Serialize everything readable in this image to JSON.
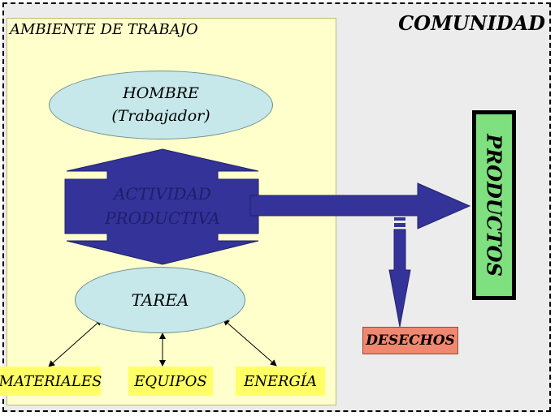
{
  "community": {
    "title": "COMUNIDAD"
  },
  "work_environment": {
    "title": "AMBIENTE DE TRABAJO"
  },
  "worker": {
    "line1": "HOMBRE",
    "line2": "(Trabajador)"
  },
  "activity": {
    "line1": "ACTIVIDAD",
    "line2": "PRODUCTIVA"
  },
  "task": {
    "label": "TAREA"
  },
  "resources": {
    "materials": "MATERIALES",
    "equipment": "EQUIPOS",
    "energy": "ENERGÍA"
  },
  "outputs": {
    "products": "PRODUCTOS",
    "waste": "DESECHOS"
  },
  "colors": {
    "community_bg": "#ececec",
    "work_env_bg": "#ffffcc",
    "ellipse_fill": "#c7e8ea",
    "arrow_fill": "#33339a",
    "resource_fill": "#ffff66",
    "products_fill": "#7ee07e",
    "waste_fill": "#f08770"
  }
}
